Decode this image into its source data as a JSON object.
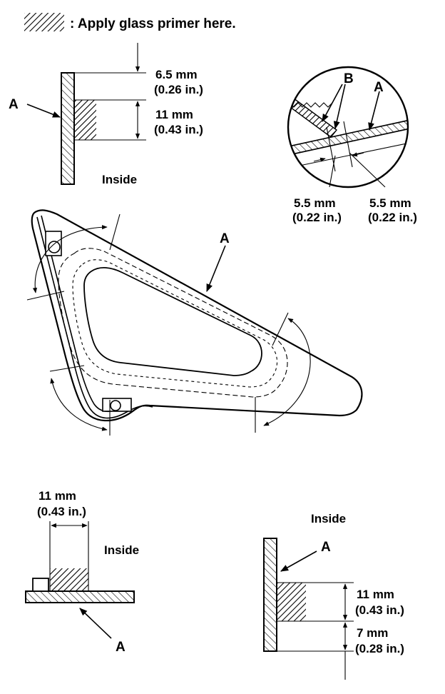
{
  "legend": {
    "text": ": Apply glass primer here."
  },
  "labels": {
    "part_a": "A",
    "part_b": "B",
    "inside": "Inside"
  },
  "dimensions": {
    "d_6_5_mm": "6.5 mm",
    "d_6_5_in": "(0.26 in.)",
    "d_11_mm": "11 mm",
    "d_11_in": "(0.43 in.)",
    "d_5_5_mm": "5.5 mm",
    "d_5_5_in": "(0.22 in.)",
    "d_7_mm": "7 mm",
    "d_7_in": "(0.28 in.)"
  },
  "colors": {
    "ink": "#000000",
    "paper": "#ffffff"
  }
}
